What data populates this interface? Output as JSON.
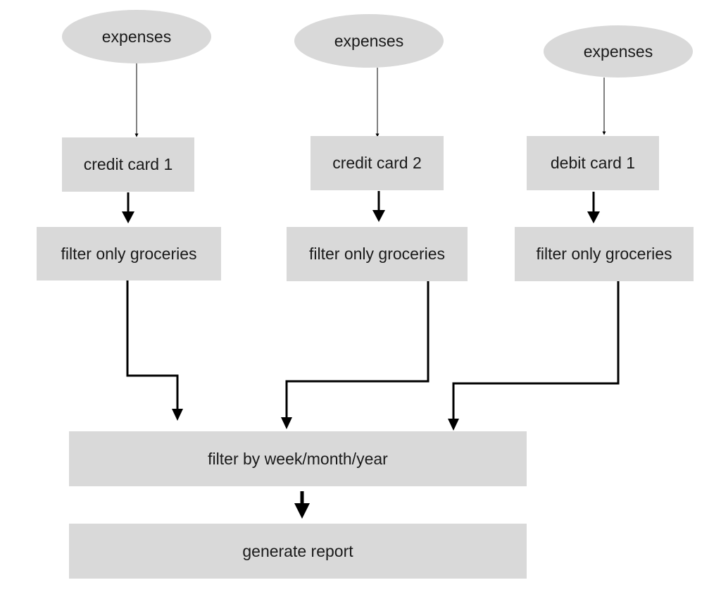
{
  "diagram": {
    "sources": [
      {
        "label": "expenses"
      },
      {
        "label": "expenses"
      },
      {
        "label": "expenses"
      }
    ],
    "accounts": [
      {
        "label": "credit card 1"
      },
      {
        "label": "credit card 2"
      },
      {
        "label": "debit card 1"
      }
    ],
    "filters": [
      {
        "label": "filter only groceries"
      },
      {
        "label": "filter only groceries"
      },
      {
        "label": "filter only groceries"
      }
    ],
    "period_filter": {
      "label": "filter by week/month/year"
    },
    "report": {
      "label": "generate report"
    },
    "colors": {
      "node_fill": "#d9d9d9",
      "connector": "#000000",
      "text": "#1a1a1a"
    }
  }
}
